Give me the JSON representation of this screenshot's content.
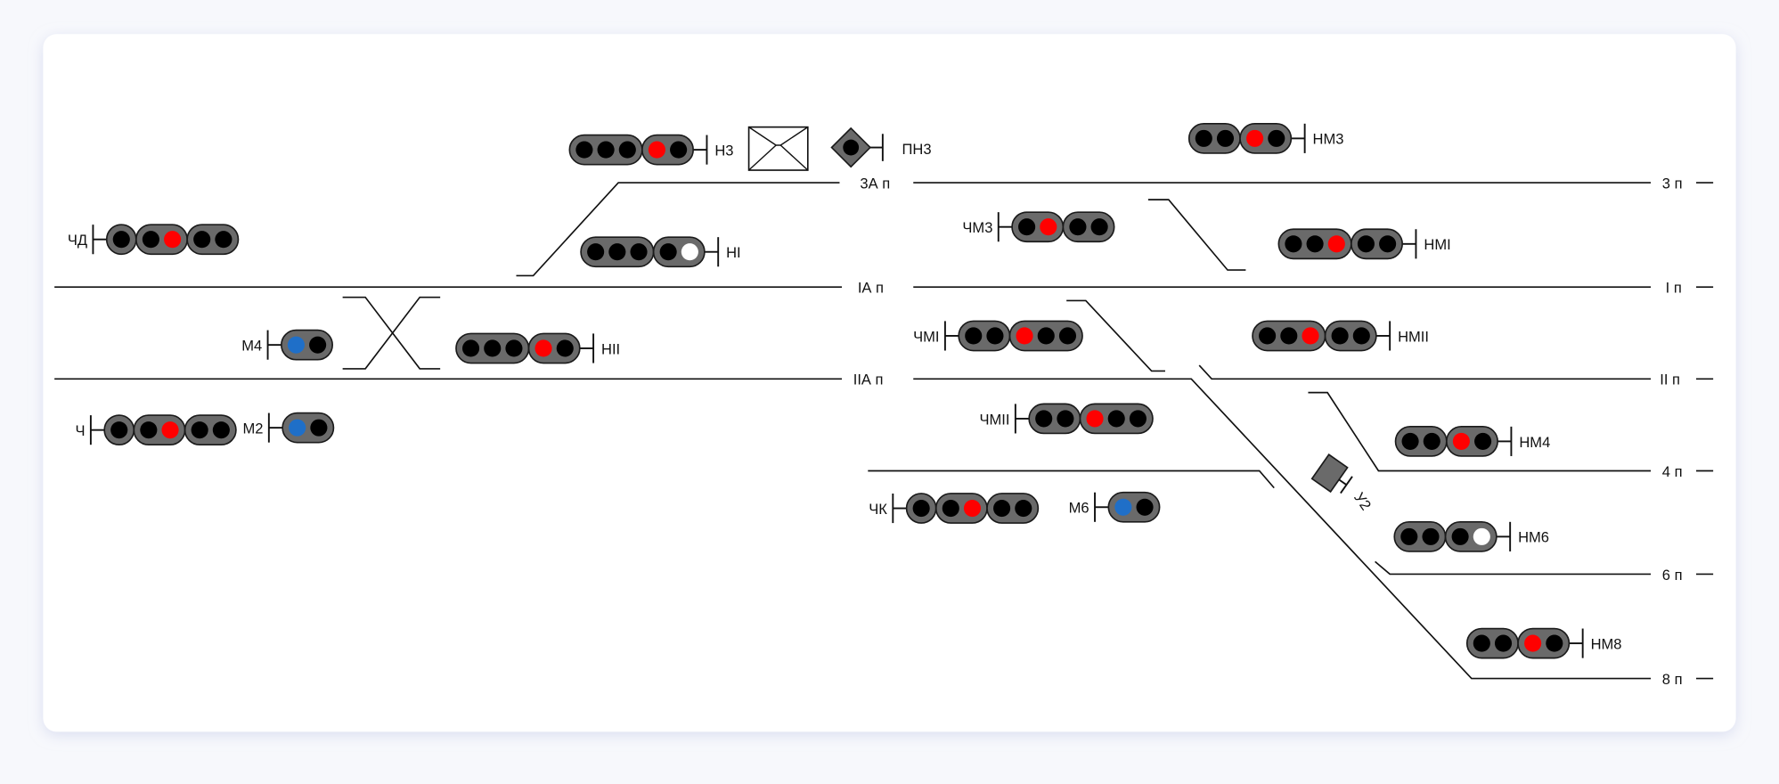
{
  "colors": {
    "black": "#000000",
    "red": "#ff0000",
    "blue": "#1f6fc8",
    "white": "#ffffff",
    "head": "#6a6a6a"
  },
  "tracks": {
    "t3a": "3А п",
    "t3": "3 п",
    "t1a": "IА п",
    "t1": "I п",
    "t2a": "IIА п",
    "t2": "II п",
    "t4": "4 п",
    "t6": "6 п",
    "t8": "8 п"
  },
  "signals": [
    {
      "id": "N3",
      "label": "Н3",
      "heads": [
        [
          "black",
          "black",
          "black"
        ],
        [
          "red",
          "black"
        ]
      ]
    },
    {
      "id": "NM3",
      "label": "НМ3",
      "heads": [
        [
          "black",
          "black"
        ],
        [
          "red",
          "black"
        ]
      ]
    },
    {
      "id": "NI",
      "label": "НI",
      "heads": [
        [
          "black",
          "black",
          "black"
        ],
        [
          "black",
          "white"
        ]
      ]
    },
    {
      "id": "NMI",
      "label": "НМI",
      "heads": [
        [
          "black",
          "black",
          "red"
        ],
        [
          "black",
          "black"
        ]
      ]
    },
    {
      "id": "NII",
      "label": "НII",
      "heads": [
        [
          "black",
          "black",
          "black"
        ],
        [
          "red",
          "black"
        ]
      ]
    },
    {
      "id": "NMII",
      "label": "НМII",
      "heads": [
        [
          "black",
          "black",
          "red"
        ],
        [
          "black",
          "black"
        ]
      ]
    },
    {
      "id": "NM4",
      "label": "НМ4",
      "heads": [
        [
          "black",
          "black"
        ],
        [
          "red",
          "black"
        ]
      ]
    },
    {
      "id": "NM6",
      "label": "НМ6",
      "heads": [
        [
          "black",
          "black"
        ],
        [
          "black",
          "white"
        ]
      ]
    },
    {
      "id": "NM8",
      "label": "НМ8",
      "heads": [
        [
          "black",
          "black"
        ],
        [
          "red",
          "black"
        ]
      ]
    },
    {
      "id": "CHD",
      "label": "ЧД",
      "heads": [
        [
          "black"
        ],
        [
          "black",
          "red"
        ],
        [
          "black",
          "black"
        ]
      ]
    },
    {
      "id": "CHM3",
      "label": "ЧМ3",
      "heads": [
        [
          "black",
          "red"
        ],
        [
          "black",
          "black"
        ]
      ]
    },
    {
      "id": "M4",
      "label": "М4",
      "heads": [
        [
          "blue",
          "black"
        ]
      ]
    },
    {
      "id": "CHMI",
      "label": "ЧМI",
      "heads": [
        [
          "black",
          "black"
        ],
        [
          "red",
          "black",
          "black"
        ]
      ]
    },
    {
      "id": "CH",
      "label": "Ч",
      "heads": [
        [
          "black"
        ],
        [
          "black",
          "red"
        ],
        [
          "black",
          "black"
        ]
      ]
    },
    {
      "id": "M2",
      "label": "М2",
      "heads": [
        [
          "blue",
          "black"
        ]
      ]
    },
    {
      "id": "CHMII",
      "label": "ЧМII",
      "heads": [
        [
          "black",
          "black"
        ],
        [
          "red",
          "black",
          "black"
        ]
      ]
    },
    {
      "id": "CHK",
      "label": "ЧК",
      "heads": [
        [
          "black"
        ],
        [
          "black",
          "red"
        ],
        [
          "black",
          "black"
        ]
      ]
    },
    {
      "id": "M6",
      "label": "М6",
      "heads": [
        [
          "blue",
          "black"
        ]
      ]
    }
  ],
  "dwarf": {
    "label": "ПН3",
    "lamp": "black"
  },
  "shunt": {
    "label": "У2"
  }
}
